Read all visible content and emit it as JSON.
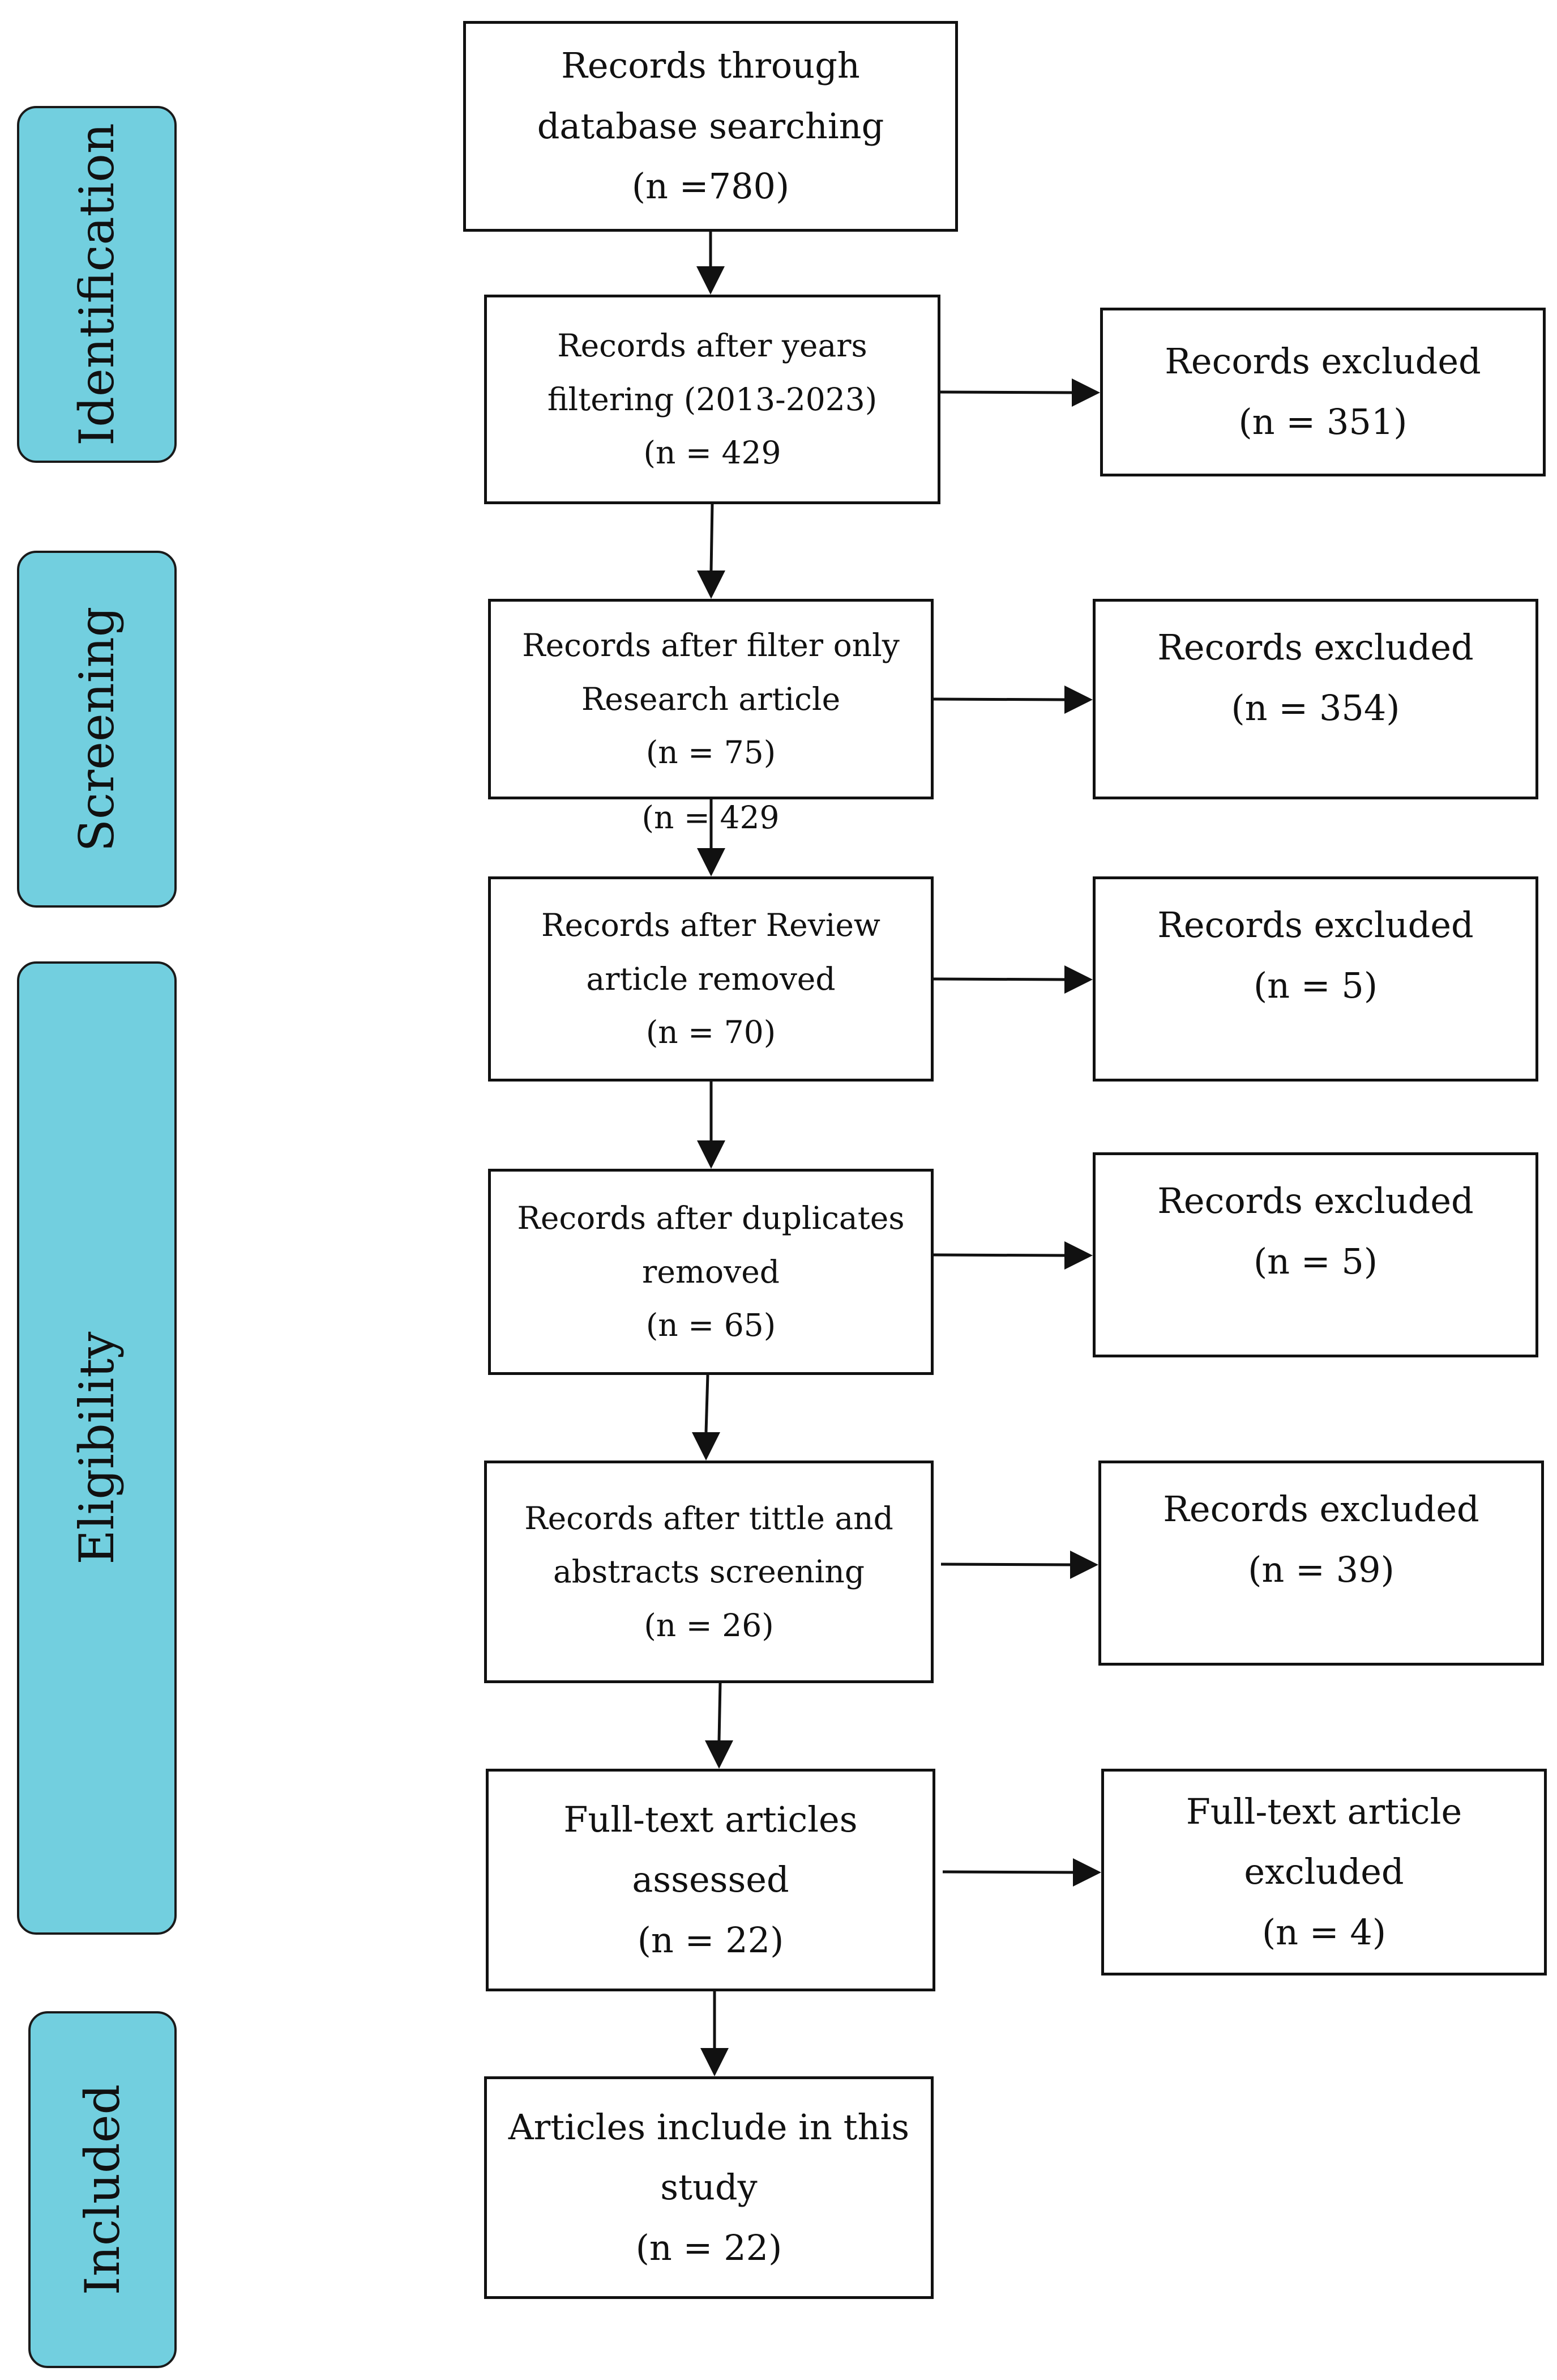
{
  "phases": {
    "identification": "Identification",
    "screening": "Screening",
    "eligibility": "Eligibility",
    "included": "Included"
  },
  "main_boxes": [
    {
      "lines": [
        "Records through",
        "database searching",
        "(n =780)"
      ]
    },
    {
      "lines": [
        "Records after years",
        "filtering (2013-2023)",
        "(n = 429"
      ]
    },
    {
      "lines": [
        "Records after filter only",
        "Research article",
        "(n = 75)"
      ]
    },
    {
      "lines": [
        "Records after Review",
        "article removed",
        "(n = 70)"
      ]
    },
    {
      "lines": [
        "Records after duplicates",
        "removed",
        "(n = 65)"
      ]
    },
    {
      "lines": [
        "Records after tittle and",
        "abstracts screening",
        "(n = 26)"
      ]
    },
    {
      "lines": [
        "Full-text articles",
        "assessed",
        "(n = 22)"
      ]
    },
    {
      "lines": [
        "Articles include in this",
        "study",
        "(n = 22)"
      ]
    }
  ],
  "excluded_boxes": [
    {
      "lines": [
        "Records excluded",
        "(n = 351)"
      ]
    },
    {
      "lines": [
        "Records excluded",
        "(n = 354)"
      ]
    },
    {
      "lines": [
        "Records excluded",
        "(n = 5)"
      ]
    },
    {
      "lines": [
        "Records excluded",
        "(n = 5)"
      ]
    },
    {
      "lines": [
        "Records excluded",
        "(n = 39)"
      ]
    },
    {
      "lines": [
        "Full-text article",
        "excluded",
        "(n = 4)"
      ]
    }
  ],
  "stray_label": "(n = 429"
}
